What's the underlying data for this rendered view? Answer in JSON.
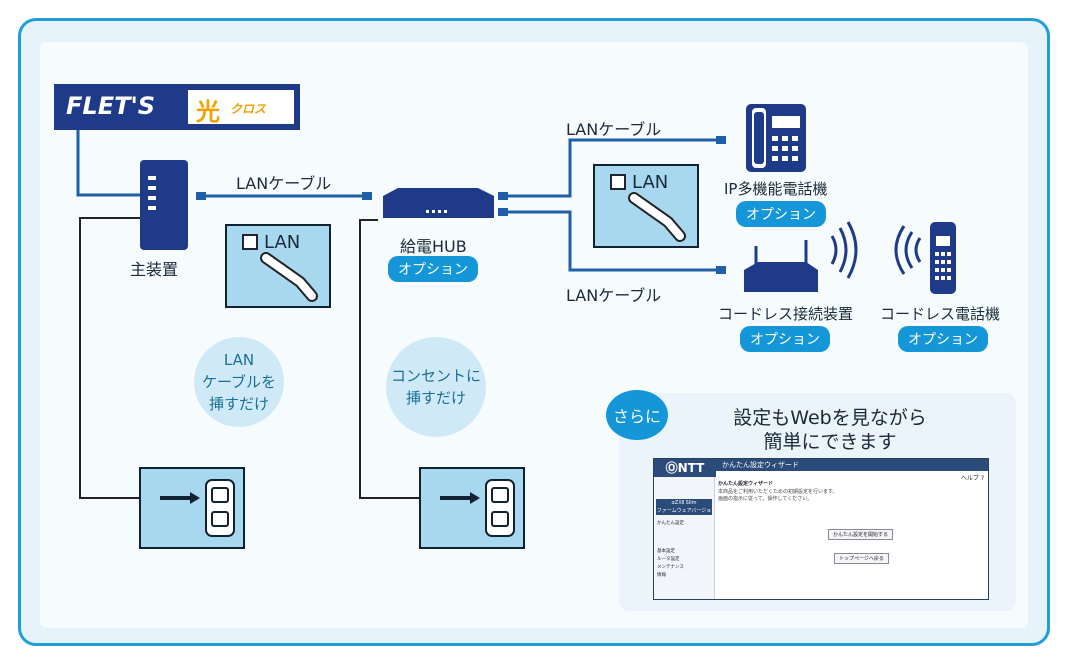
{
  "logo": {
    "brand": "FLET'S",
    "sub_kanji": "光",
    "sub_kana": "クロス"
  },
  "labels": {
    "lan_cable_center": "LANケーブル",
    "lan_cable_upper": "LANケーブル",
    "lan_cable_lower": "LANケーブル",
    "main_unit": "主装置",
    "hub": "給電HUB",
    "ip_phone": "IP多機能電話機",
    "cordless_base": "コードレス接続装置",
    "cordless_phone": "コードレス電話機",
    "lan_port_1": "LAN",
    "lan_port_2": "LAN",
    "option": "オプション"
  },
  "circles": {
    "left": "LAN\nケーブルを\n挿すだけ",
    "right": "コンセントに\n挿すだけ"
  },
  "panel": {
    "badge": "さらに",
    "title_line1": "設定もWebを見ながら",
    "title_line2": "簡単にできます"
  },
  "screenshot": {
    "logo": "ⓄNTT",
    "bar_title": "かんたん設定ウィザード",
    "help": "ヘルプ ?",
    "fw_line1": "αZXⅡ Slim",
    "fw_line2": "ファームウェアバージョン",
    "side_items": [
      "かんたん設定",
      "基本設定",
      "ルータ設定",
      "メンテナンス",
      "情報"
    ],
    "main_title": "かんたん設定ウィザード",
    "main_line1": "本商品をご利用いただくための初期設定を行います。",
    "main_line2": "画面の指示に従って、操作してください。",
    "button1": "かんたん設定を開始する",
    "button2": "トップページへ戻る"
  },
  "colors": {
    "accent": "#1496d8",
    "navy": "#1f3a88",
    "line": "#1f5fa8",
    "bg": "#e6f3fa"
  }
}
